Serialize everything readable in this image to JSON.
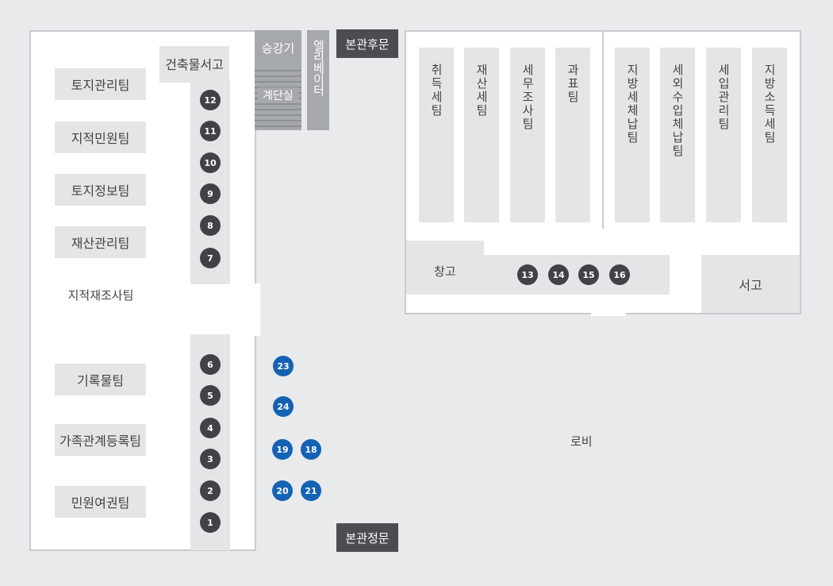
{
  "left_rooms": [
    "토지관리팀",
    "지적민원팀",
    "토지정보팀",
    "재산관리팀",
    "지적재조사팀",
    "기록물팀",
    "가족관계등록팀",
    "민원여권팀"
  ],
  "archive_left": "건축물서고",
  "elevator_label": "승강기",
  "stairs_label": "계단실",
  "lift_label": "엘리베이터",
  "rear_gate": "본관후문",
  "main_gate": "본관정문",
  "right_teams": [
    "취득세팀",
    "재산세팀",
    "세무조사팀",
    "과표팀",
    "지방세체납팀",
    "세외수입체납팀",
    "세입관리팀",
    "지방소득세팀"
  ],
  "storage": "창고",
  "archive_right": "서고",
  "lobby": "로비",
  "counters_dark": [
    "12",
    "11",
    "10",
    "9",
    "8",
    "7",
    "6",
    "5",
    "4",
    "3",
    "2",
    "1",
    "13",
    "14",
    "15",
    "16"
  ],
  "counters_blue": [
    "23",
    "24",
    "19",
    "18",
    "20",
    "21"
  ],
  "colors": {
    "dark_counter": "#404245",
    "blue_counter": "#1462b3",
    "background": "#e9eaec"
  }
}
